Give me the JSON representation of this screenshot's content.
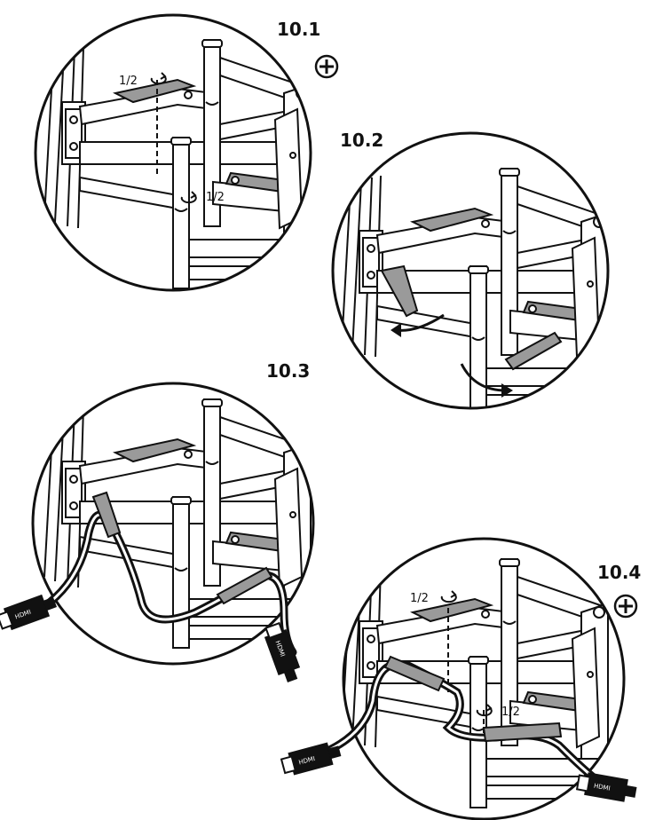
{
  "steps": {
    "s1": {
      "label": "10.1",
      "rot_top": "1/2",
      "rot_bottom": "1/2",
      "icon": "plus-circle-icon"
    },
    "s2": {
      "label": "10.2"
    },
    "s3": {
      "label": "10.3",
      "cable_text": "HDMI"
    },
    "s4": {
      "label": "10.4",
      "rot_top": "1/2",
      "rot_bottom": "1/2",
      "icon": "plus-circle-icon",
      "cable_text": "HDMI"
    }
  },
  "colors": {
    "line": "#111111",
    "plate": "#9a9a9a",
    "bg": "#ffffff"
  }
}
